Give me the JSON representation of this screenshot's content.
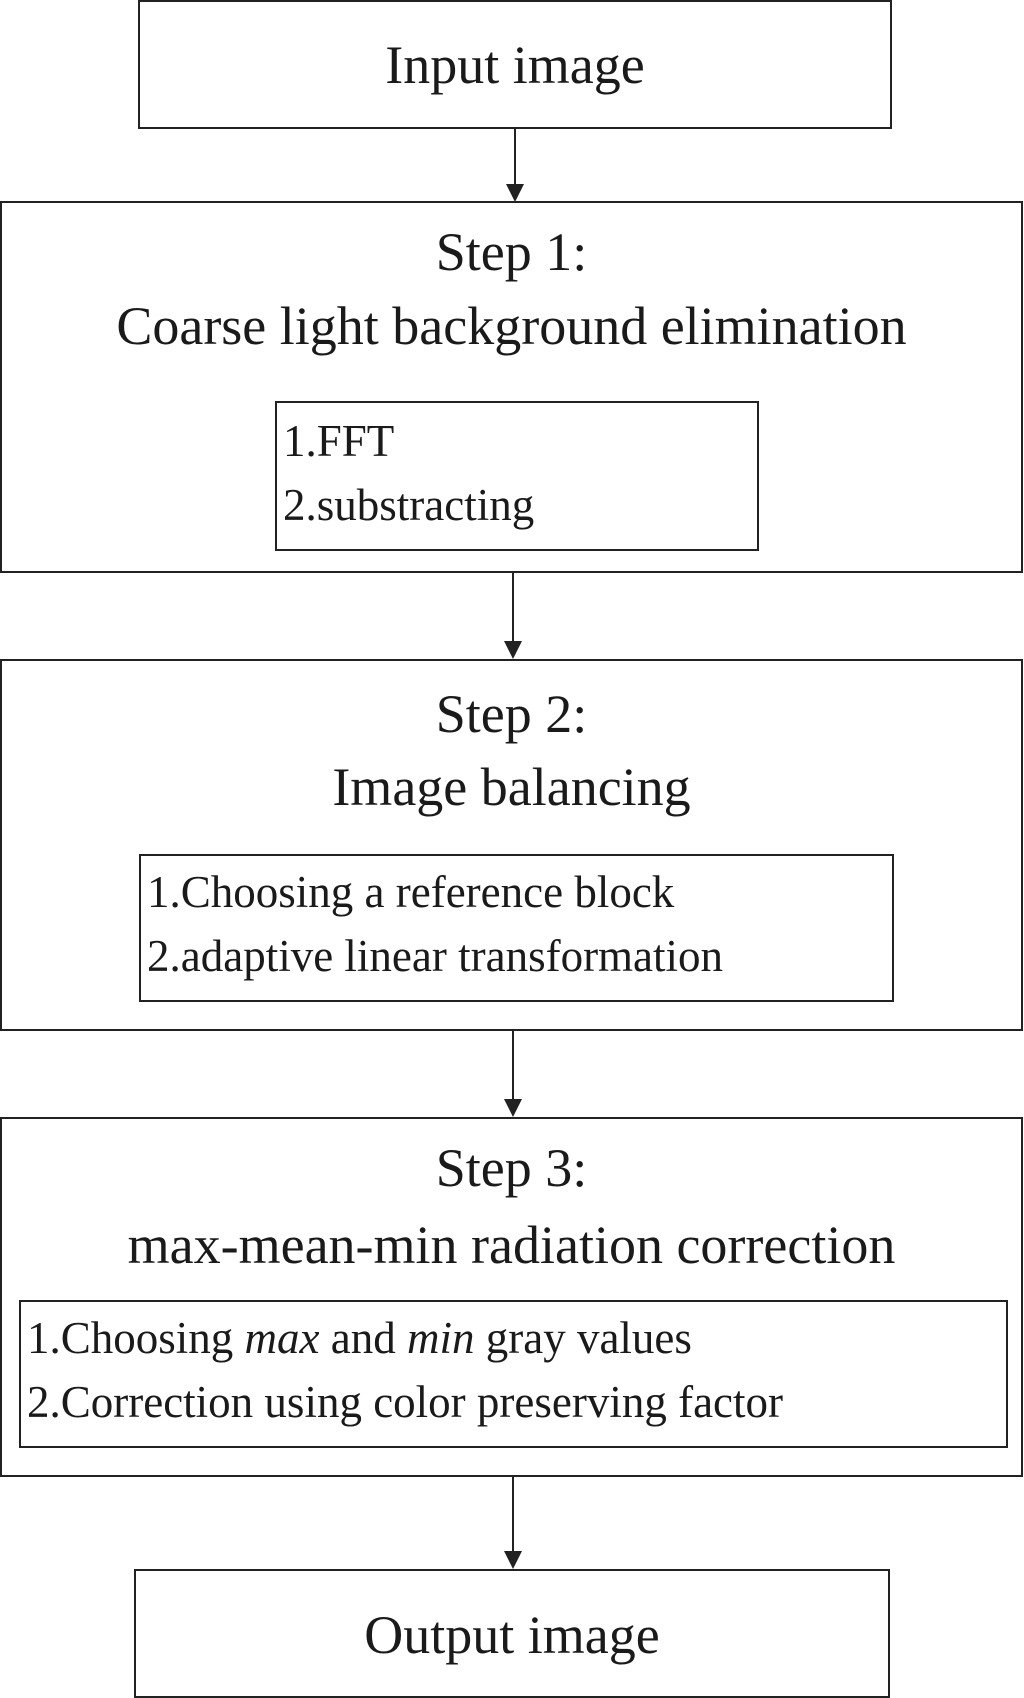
{
  "diagram": {
    "input": {
      "label": "Input image"
    },
    "step1": {
      "heading": "Step 1:",
      "title": "Coarse light background elimination",
      "items": [
        "1.FFT",
        "2.substracting"
      ]
    },
    "step2": {
      "heading": "Step 2:",
      "title": "Image balancing",
      "items": [
        "1.Choosing a reference block",
        "2.adaptive linear transformation"
      ]
    },
    "step3": {
      "heading": "Step 3:",
      "title": "max-mean-min radiation correction",
      "item1": {
        "prefix": "1.Choosing ",
        "em1": "max",
        "mid": " and ",
        "em2": "min",
        "suffix": " gray values"
      },
      "item2": "2.Correction using color preserving factor"
    },
    "output": {
      "label": "Output image"
    }
  }
}
